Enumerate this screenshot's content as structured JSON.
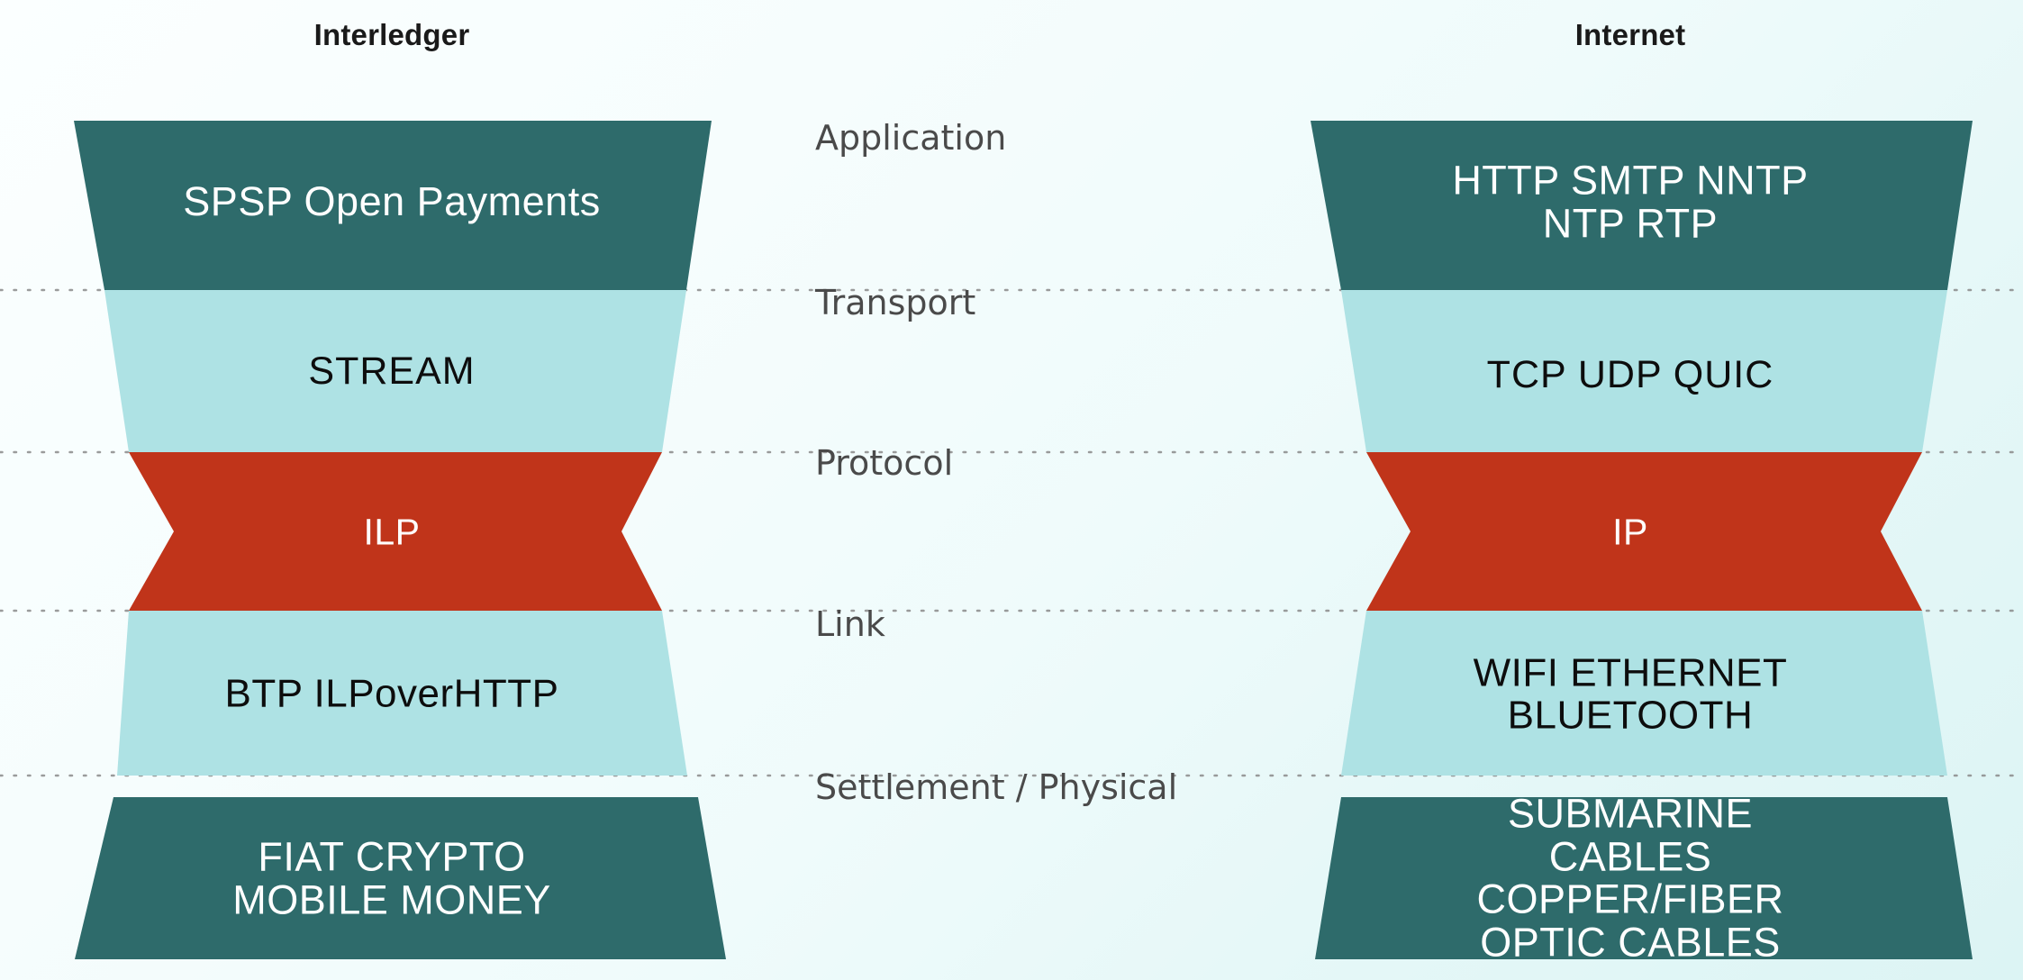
{
  "palette": {
    "dark_teal": "#2E6B6B",
    "light_cyan": "#AEE2E4",
    "red": "#C0341A",
    "background_start": "#FBFFFF",
    "background_end": "#DCF4F4",
    "title_text": "#1A1A1A",
    "layer_label_text": "#4A4A4A",
    "divider": "#8A8A8A"
  },
  "columns": {
    "left": {
      "title": "Interledger"
    },
    "right": {
      "title": "Internet"
    }
  },
  "layers": [
    {
      "id": "application",
      "label": "Application",
      "color_key": "dark_teal",
      "left_text": "SPSP   Open Payments",
      "right_text": "HTTP  SMTP  NNTP  NTP  RTP",
      "text_color": "light"
    },
    {
      "id": "transport",
      "label": "Transport",
      "color_key": "light_cyan",
      "left_text": "STREAM",
      "right_text": "TCP  UDP  QUIC",
      "text_color": "dark"
    },
    {
      "id": "protocol",
      "label": "Protocol",
      "color_key": "red",
      "left_text": "ILP",
      "right_text": "IP",
      "text_color": "light"
    },
    {
      "id": "link",
      "label": "Link",
      "color_key": "light_cyan",
      "left_text": "BTP  ILPoverHTTP",
      "right_text": "WIFI   ETHERNET\nBLUETOOTH",
      "text_color": "dark"
    },
    {
      "id": "settlement-physical",
      "label": "Settlement / Physical",
      "color_key": "dark_teal",
      "left_text": "FIAT   CRYPTO\nMOBILE MONEY",
      "right_text": "SUBMARINE CABLES\nCOPPER/FIBER OPTIC CABLES",
      "text_color": "light"
    }
  ]
}
